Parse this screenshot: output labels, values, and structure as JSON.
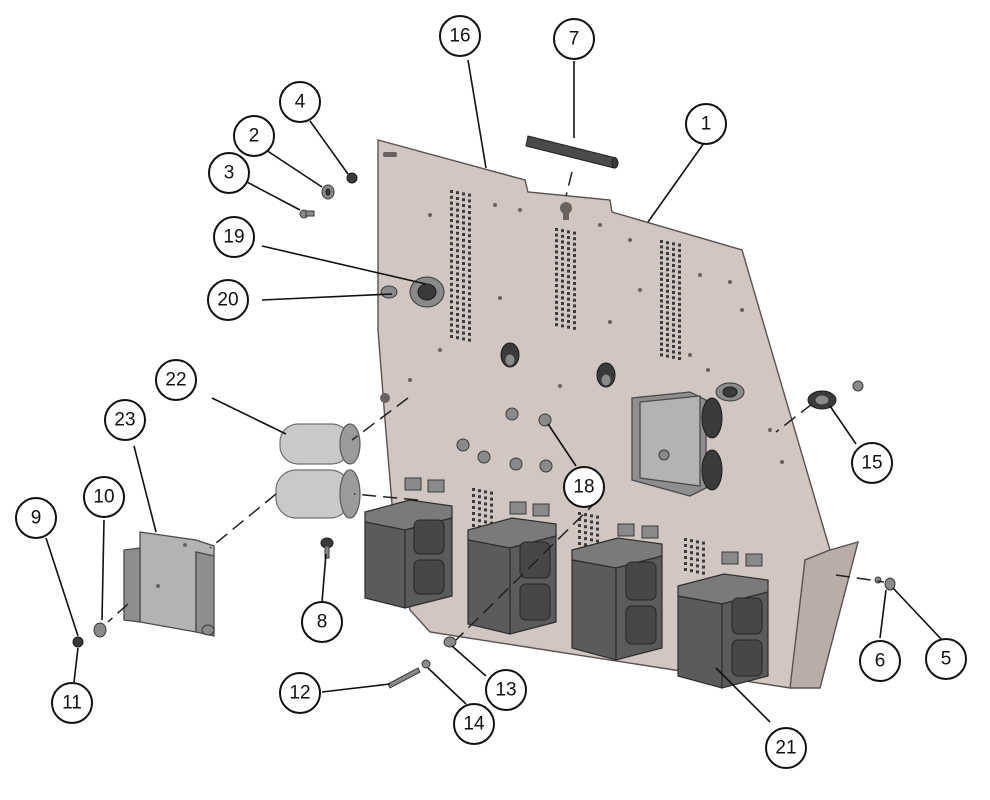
{
  "callouts": [
    {
      "id": "c1",
      "label": "1"
    },
    {
      "id": "c2",
      "label": "2"
    },
    {
      "id": "c3",
      "label": "3"
    },
    {
      "id": "c4",
      "label": "4"
    },
    {
      "id": "c5",
      "label": "5"
    },
    {
      "id": "c6",
      "label": "6"
    },
    {
      "id": "c7",
      "label": "7"
    },
    {
      "id": "c8",
      "label": "8"
    },
    {
      "id": "c9",
      "label": "9"
    },
    {
      "id": "c10",
      "label": "10"
    },
    {
      "id": "c11",
      "label": "11"
    },
    {
      "id": "c12",
      "label": "12"
    },
    {
      "id": "c13",
      "label": "13"
    },
    {
      "id": "c14",
      "label": "14"
    },
    {
      "id": "c15",
      "label": "15"
    },
    {
      "id": "c16",
      "label": "16"
    },
    {
      "id": "c18",
      "label": "18"
    },
    {
      "id": "c19",
      "label": "19"
    },
    {
      "id": "c20",
      "label": "20"
    },
    {
      "id": "c21",
      "label": "21"
    },
    {
      "id": "c22",
      "label": "22"
    },
    {
      "id": "c23",
      "label": "23"
    }
  ]
}
